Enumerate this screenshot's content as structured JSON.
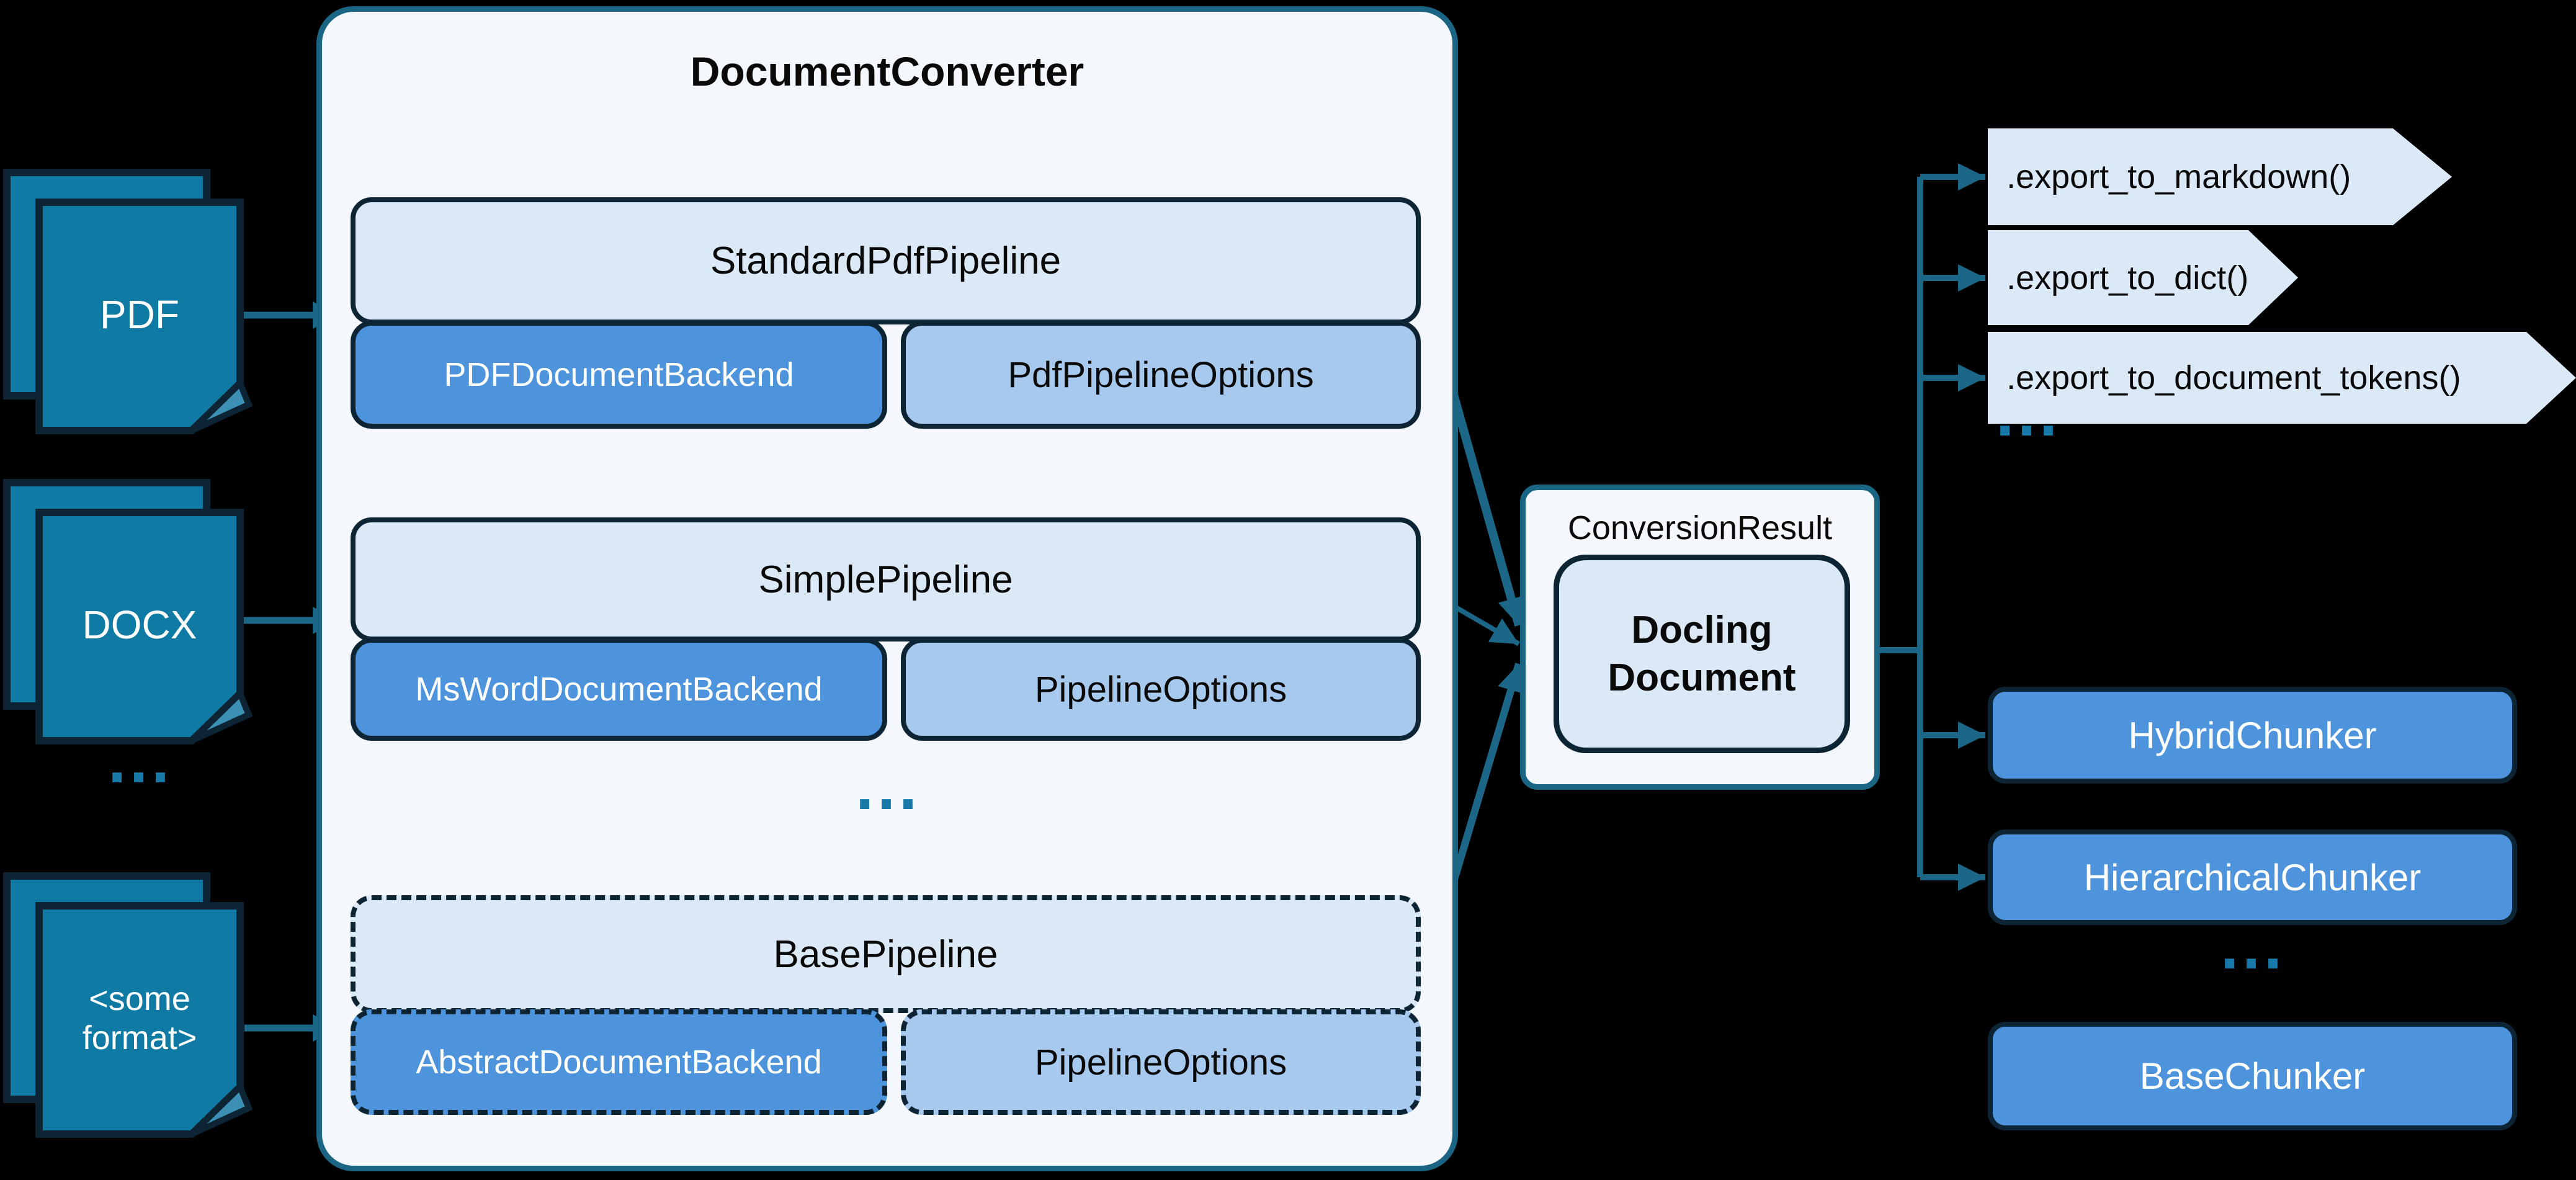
{
  "title": "DocumentConverter",
  "inputs": {
    "items": [
      {
        "label": "PDF"
      },
      {
        "label": "DOCX"
      },
      {
        "label": "<some format>"
      }
    ],
    "ellipsis": "..."
  },
  "converter": {
    "groups": [
      {
        "pipeline": "StandardPdfPipeline",
        "backend": "PDFDocumentBackend",
        "options": "PdfPipelineOptions"
      },
      {
        "pipeline": "SimplePipeline",
        "backend": "MsWordDocumentBackend",
        "options": "PipelineOptions"
      },
      {
        "pipeline": "BasePipeline",
        "backend": "AbstractDocumentBackend",
        "options": "PipelineOptions"
      }
    ],
    "ellipsis": "..."
  },
  "result": {
    "label": "ConversionResult",
    "document": "Docling Document"
  },
  "exports": {
    "items": [
      {
        "label": ".export_to_markdown()"
      },
      {
        "label": ".export_to_dict()"
      },
      {
        "label": ".export_to_document_tokens()"
      }
    ],
    "ellipsis": "..."
  },
  "chunkers": {
    "items": [
      {
        "label": "HybridChunker"
      },
      {
        "label": "HierarchicalChunker"
      }
    ],
    "ellipsis": "...",
    "base": {
      "label": "BaseChunker"
    }
  },
  "colors": {
    "background": "#000000",
    "panel_fill": "#f4f7fb",
    "panel_border": "#1b6584",
    "light_box": "#dbe8f5",
    "medium_box": "#a7c9ed",
    "blue_box": "#4e94dc",
    "dark_border": "#0c2433",
    "doc_icon_fill": "#0f7aa3",
    "arrow": "#1c6787",
    "ellipsis": "#1779a8"
  }
}
